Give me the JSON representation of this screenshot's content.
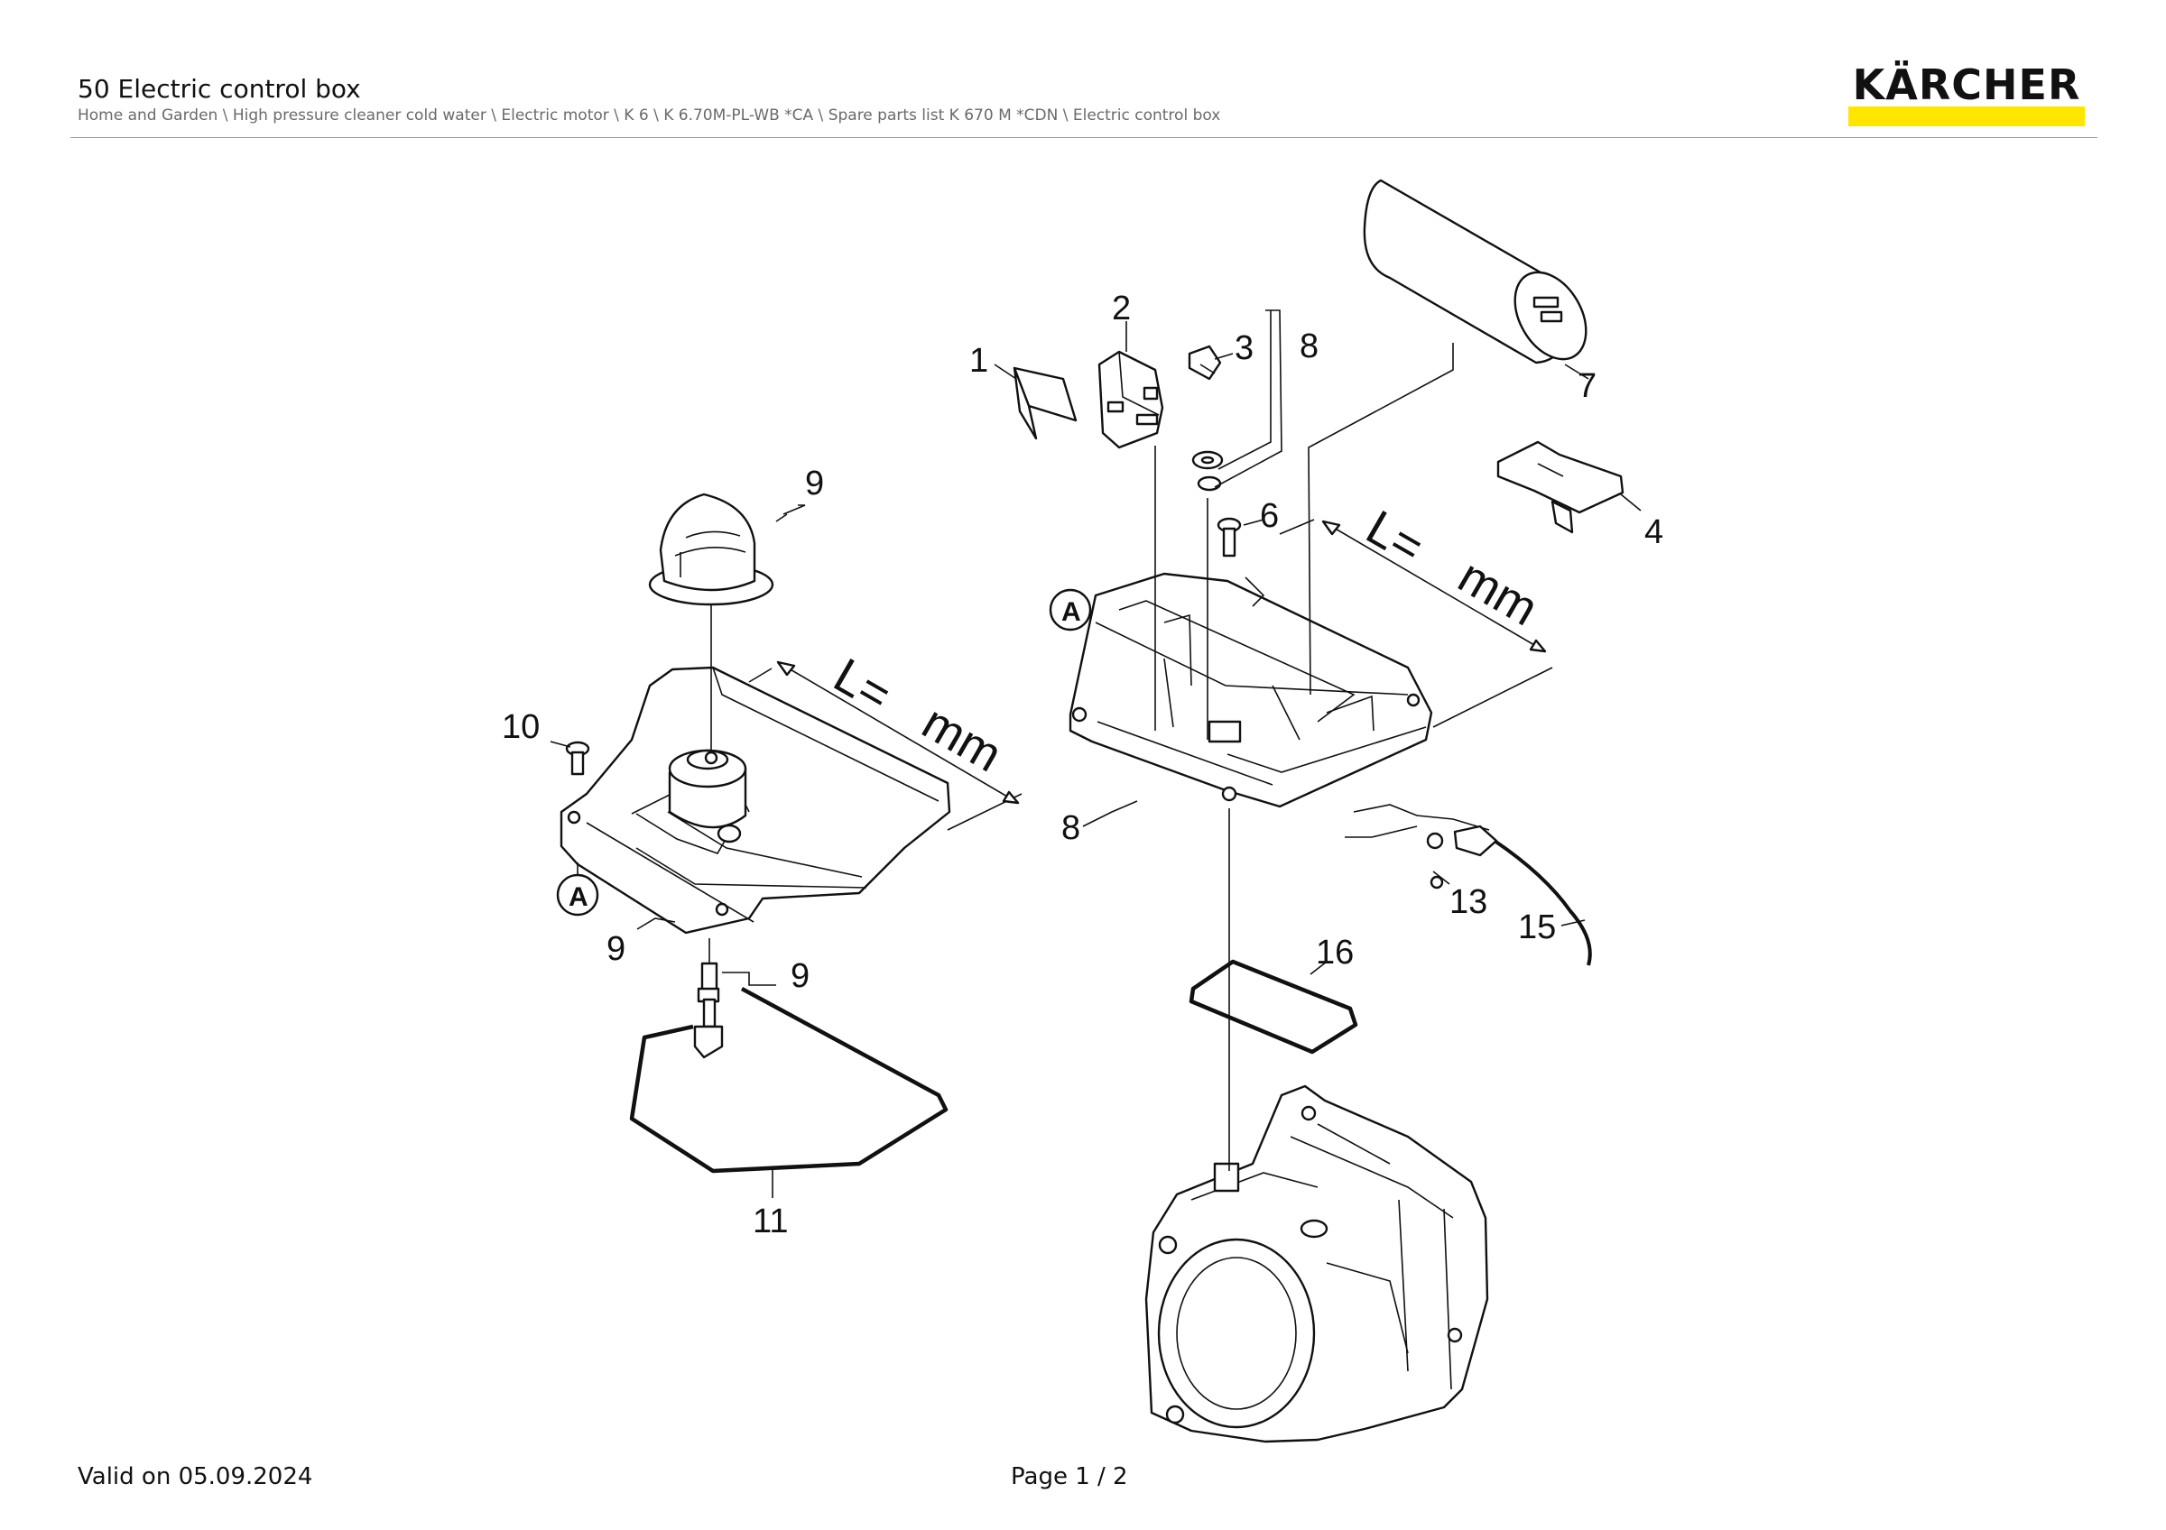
{
  "header": {
    "title": "50 Electric control box",
    "breadcrumb": "Home and Garden \\ High pressure cleaner cold water \\ Electric motor \\ K 6 \\ K 6.70M-PL-WB *CA \\ Spare parts list K 670 M *CDN \\ Electric control box"
  },
  "brand": {
    "name": "KÄRCHER",
    "bar_color": "#ffe600"
  },
  "footer": {
    "valid_on": "Valid on 05.09.2024",
    "page": "Page 1 / 2"
  },
  "diagram": {
    "callouts": {
      "c1": "1",
      "c2": "2",
      "c3": "3",
      "c4": "4",
      "c6": "6",
      "c7": "7",
      "c8_top": "8",
      "c8_bottom": "8",
      "c9_cap": "9",
      "c9_left": "9",
      "c9_sensor": "9",
      "c10": "10",
      "c11": "11",
      "c13": "13",
      "c15": "15",
      "c16": "16"
    },
    "dimension_labels": {
      "left_L": "L=",
      "left_mm": "mm",
      "right_L": "L=",
      "right_mm": "mm"
    },
    "markers": {
      "left_A": "A",
      "right_A": "A"
    }
  }
}
